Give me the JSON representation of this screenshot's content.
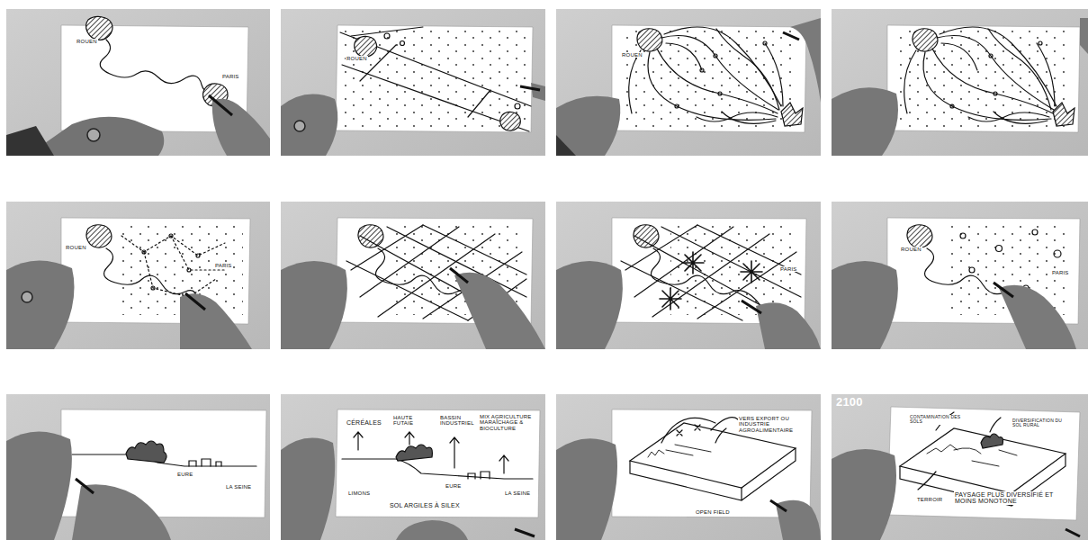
{
  "diagram": {
    "labels": [
      "ROUEN",
      "PARIS",
      "ROUEN",
      "ROUEN",
      "ROUEN",
      "PARIS",
      "PARIS",
      "ROUEN",
      "PARIS",
      "EURE",
      "LA SEINE",
      "CÉRÉALES",
      "HAUTE FUTAIE",
      "BASSIN INDUSTRIEL",
      "MIX AGRICULTURE MARAÎCHAGE & BIOCULTURE",
      "LIMONS",
      "EURE",
      "SOL ARGILES À SILEX",
      "LA SEINE",
      "VERS EXPORT OU INDUSTRIE AGROALIMENTAIRE",
      "OPEN FIELD",
      "2100",
      "CONTAMINATION DES SOLS",
      "DIVERSIFICATION DU SOL RURAL",
      "TERROIR",
      "PAYSAGE PLUS DIVERSIFIÉ ET MOINS MONOTONE"
    ]
  }
}
